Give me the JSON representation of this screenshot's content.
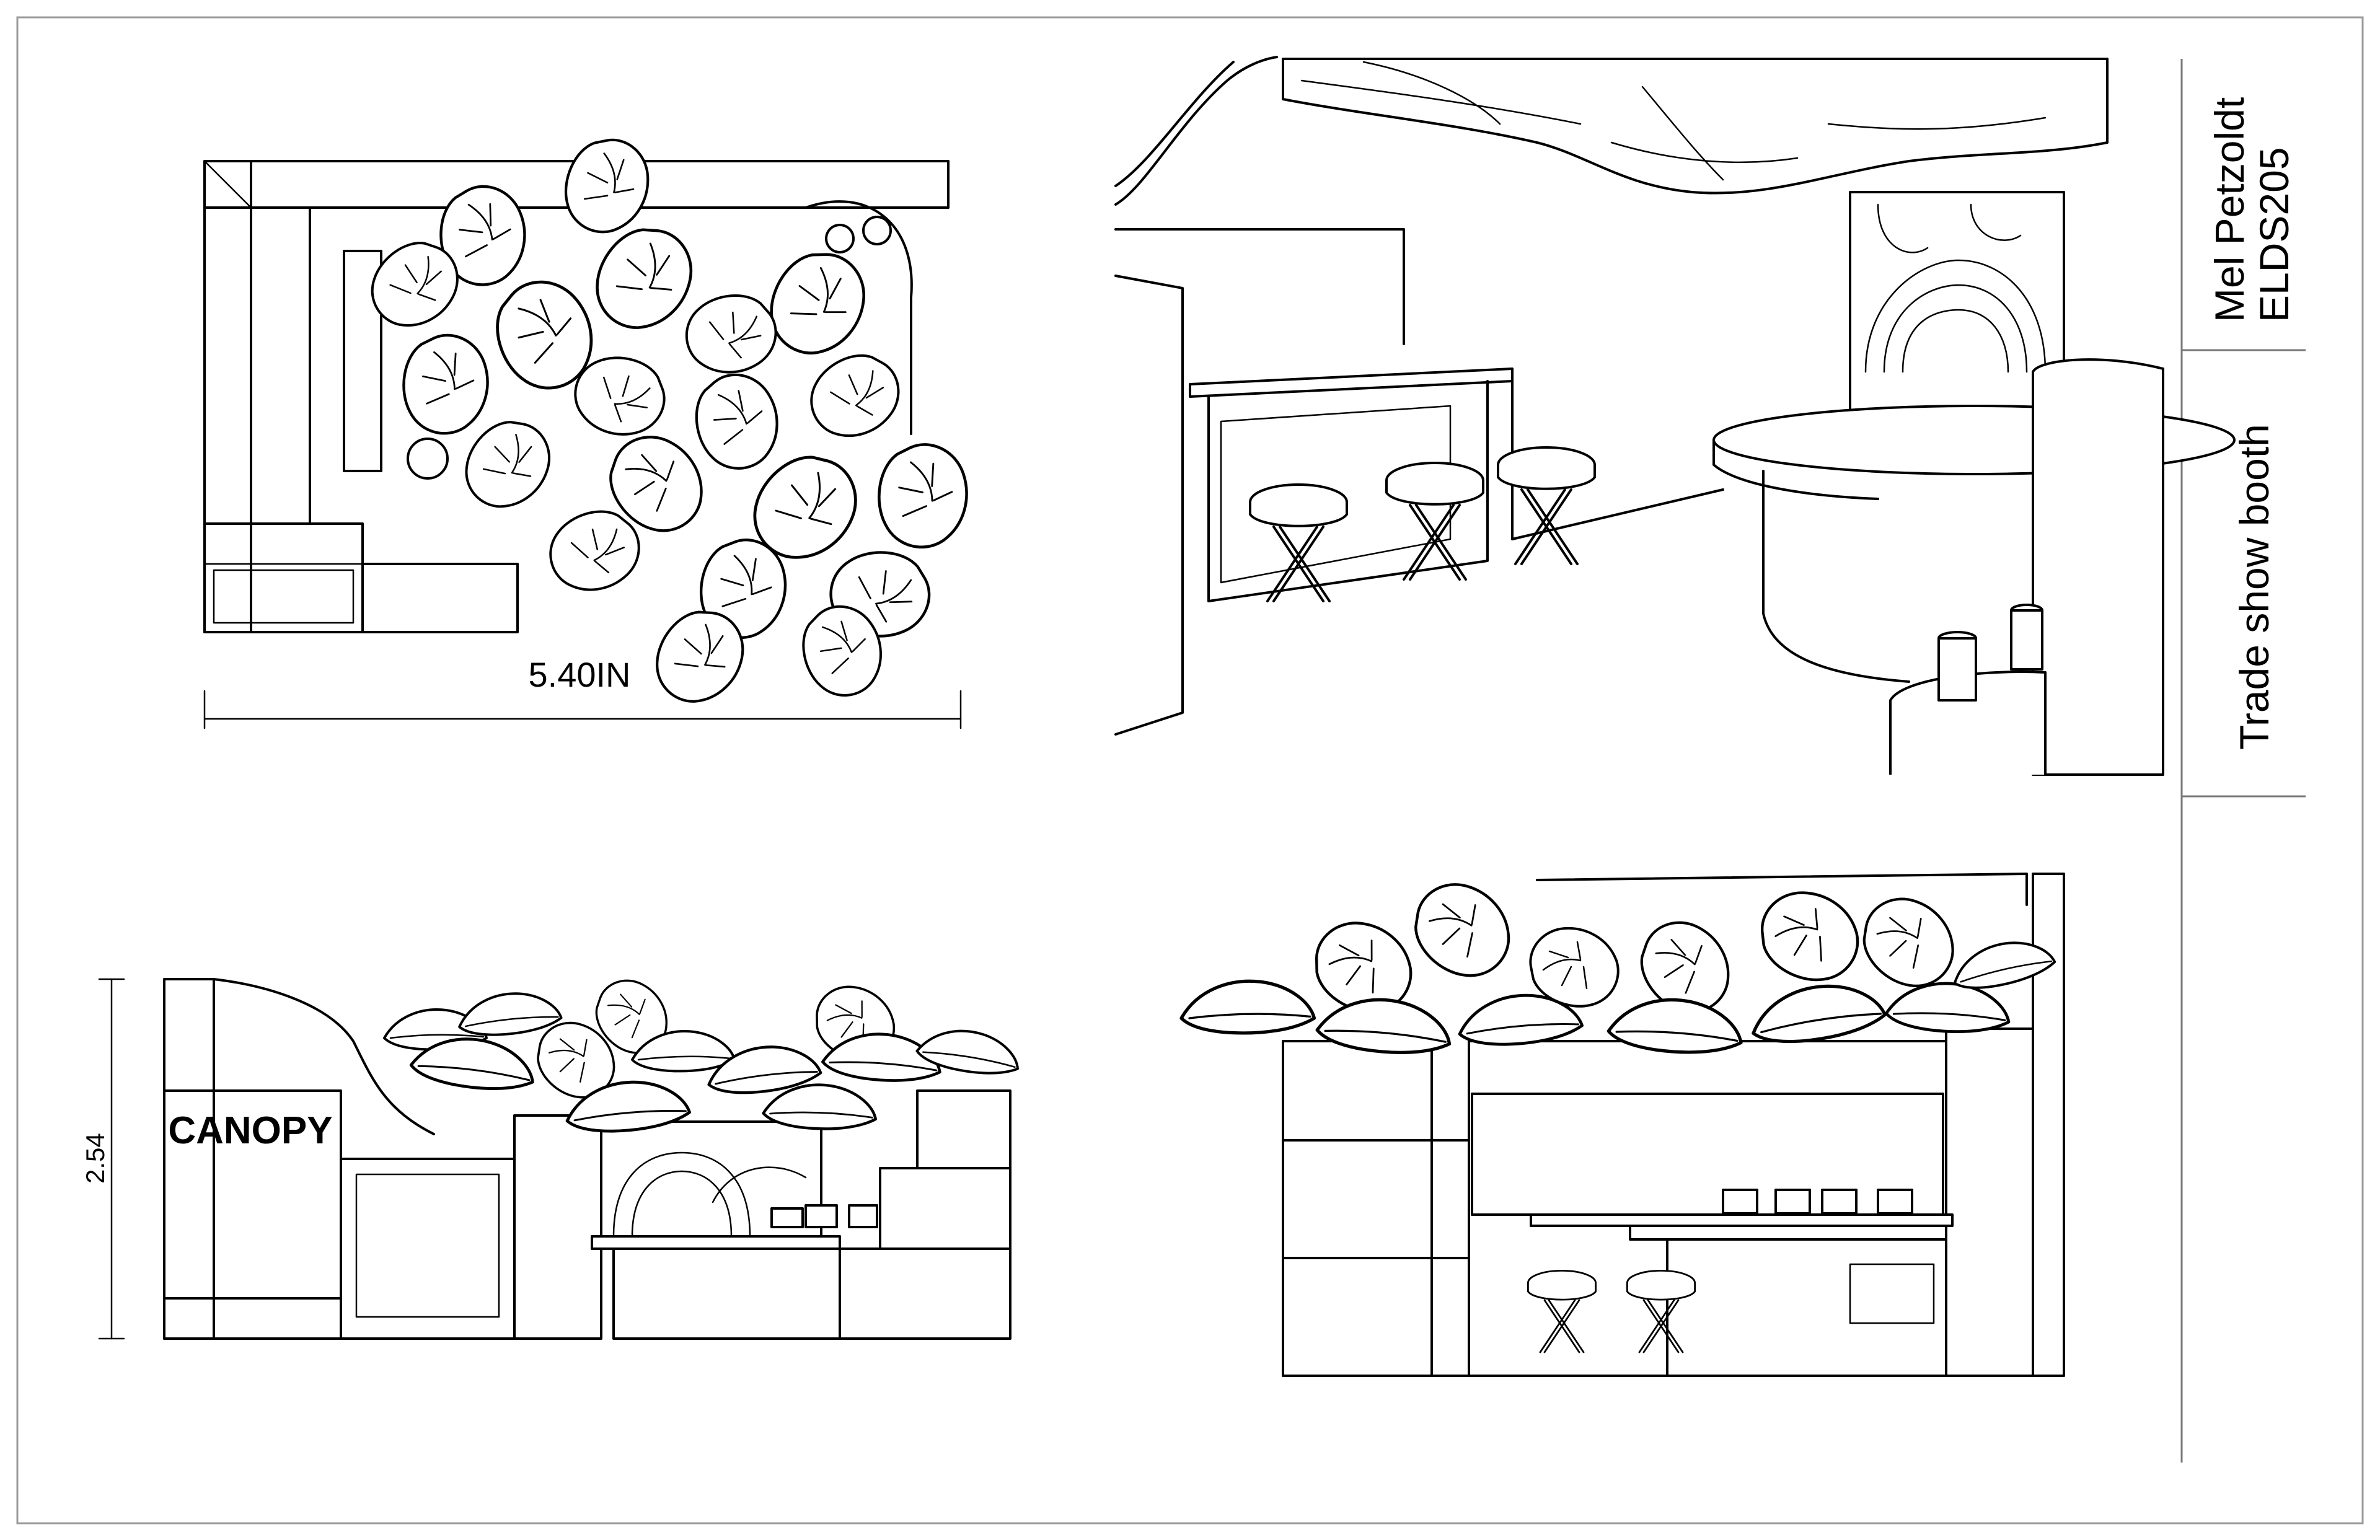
{
  "title_block": {
    "designer": "Mel Petzoldt",
    "course": "ELDS205",
    "project": "Trade show booth"
  },
  "plan_view": {
    "width_dimension": "5.40IN"
  },
  "front_elevation": {
    "height_dimension": "2.54",
    "sign_text": "CANOPY"
  }
}
